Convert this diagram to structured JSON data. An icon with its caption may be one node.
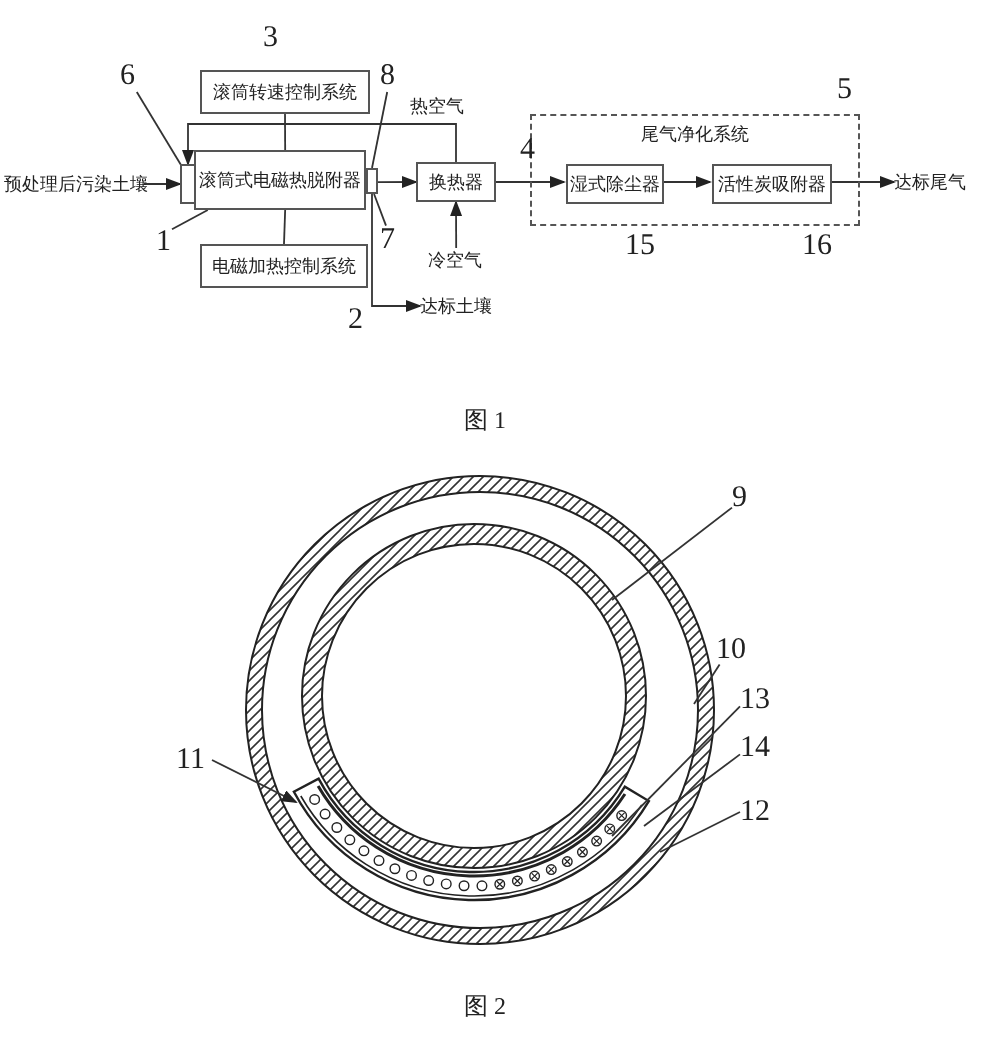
{
  "diagram": {
    "nodes": [
      {
        "text": [
          "6"
        ]
      },
      {
        "text": [
          "滚筒转速控制系统"
        ],
        "beside": [
          "3"
        ]
      },
      {
        "text": [
          "8"
        ]
      },
      {
        "text": [
          "尾气净化系统"
        ],
        "beside": [
          "5"
        ]
      },
      {
        "text": [],
        "shape": "box"
      },
      {
        "text": [
          "滚筒式电磁热脱附器"
        ]
      },
      {
        "text": [],
        "shape": "box"
      },
      {
        "text": [
          "预处理后污染土壤"
        ]
      },
      {
        "text": [
          "换热器"
        ],
        "beside": [
          "4"
        ]
      },
      {
        "text": [
          "湿式除尘器"
        ],
        "in": 3,
        "beside": [
          "15"
        ]
      },
      {
        "text": [
          "活性炭吸附器"
        ],
        "in": 3,
        "beside": [
          "16"
        ]
      },
      {
        "text": [
          "达标尾气"
        ]
      },
      {
        "text": [
          "1"
        ]
      },
      {
        "text": [
          "7"
        ]
      },
      {
        "text": [
          "冷空气"
        ]
      },
      {
        "text": [
          "电磁加热控制系统"
        ],
        "beside": [
          "2"
        ]
      },
      {
        "text": [
          "达标土壤"
        ]
      },
      {
        "text": [
          "9"
        ]
      },
      {
        "text": [
          "10"
        ]
      },
      {
        "text": [
          "13"
        ]
      },
      {
        "text": [
          "14"
        ]
      },
      {
        "text": [
          "11"
        ]
      },
      {
        "text": [
          "12"
        ]
      }
    ],
    "edges": [
      {
        "from": 7,
        "to": 4,
        "arrow": "to"
      },
      {
        "from": 1,
        "to": 5,
        "arrow": "none"
      },
      {
        "from": 15,
        "to": 5,
        "arrow": "none"
      },
      {
        "from": 6,
        "to": 8,
        "arrow": "to"
      },
      {
        "from": 8,
        "to": 9,
        "arrow": "to"
      },
      {
        "from": 9,
        "to": 10,
        "arrow": "to"
      },
      {
        "from": 10,
        "to": 11,
        "arrow": "to"
      },
      {
        "from": 14,
        "to": 8,
        "arrow": "to"
      },
      {
        "from": 8,
        "to": 4,
        "arrow": "to",
        "label": "热空气"
      },
      {
        "from": 6,
        "to": 16,
        "arrow": "to"
      },
      {
        "from": 0,
        "to": 4,
        "arrow": "none"
      },
      {
        "from": 12,
        "to": 5,
        "arrow": "none"
      },
      {
        "from": 13,
        "to": 6,
        "arrow": "none"
      },
      {
        "from": 2,
        "to": 6,
        "arrow": "none"
      },
      {
        "from": 17,
        "to": null,
        "arrow": "none"
      },
      {
        "from": 18,
        "to": null,
        "arrow": "none"
      },
      {
        "from": 19,
        "to": null,
        "arrow": "none"
      },
      {
        "from": 20,
        "to": null,
        "arrow": "none"
      },
      {
        "from": 22,
        "to": null,
        "arrow": "none"
      },
      {
        "from": 21,
        "to": null,
        "arrow": "to"
      }
    ],
    "labels": [
      "图 1",
      "图 2"
    ]
  }
}
